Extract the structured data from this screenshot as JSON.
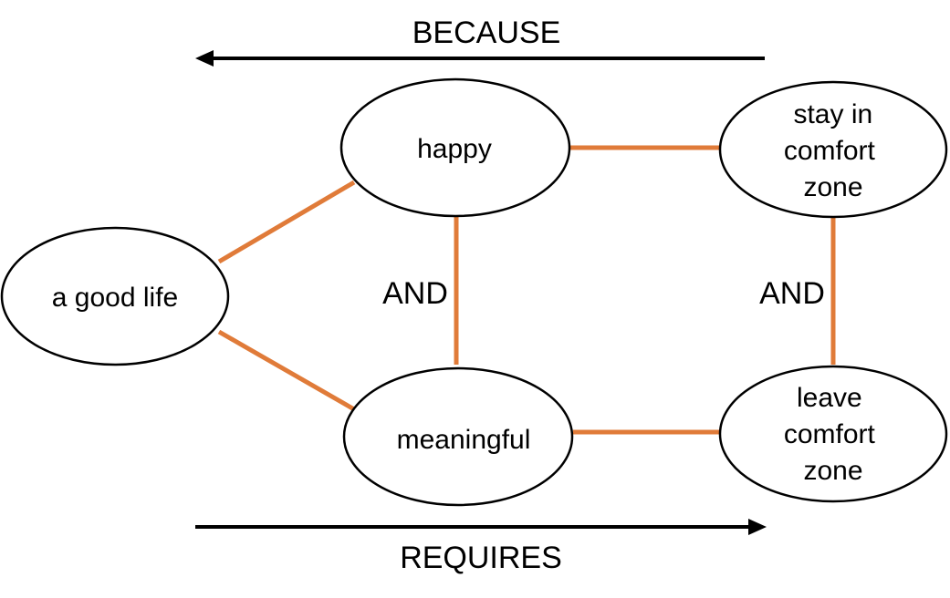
{
  "colors": {
    "connector": "#e07b39",
    "outline": "#000000",
    "background": "#ffffff"
  },
  "arrows": {
    "top_label": "BECAUSE",
    "top_direction": "left",
    "bottom_label": "REQUIRES",
    "bottom_direction": "right"
  },
  "nodes": {
    "good_life": "a good life",
    "happy": "happy",
    "meaningful": "meaningful",
    "stay_in_comfort_zone": [
      "stay in",
      "comfort",
      "zone"
    ],
    "leave_comfort_zone": [
      "leave",
      "comfort",
      "zone"
    ]
  },
  "connector_labels": {
    "left": "AND",
    "right": "AND"
  }
}
